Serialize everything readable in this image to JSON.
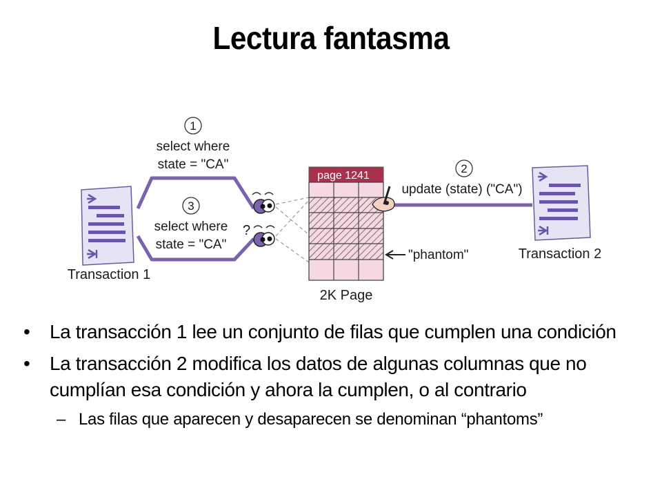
{
  "title": "Lectura fantasma",
  "diagram": {
    "step1_num": "1",
    "step1_line1": "select where",
    "step1_line2": "state = \"CA\"",
    "step2_num": "2",
    "step2_label": "update (state) (\"CA\")",
    "step3_num": "3",
    "step3_line1": "select where",
    "step3_line2": "state = \"CA\"",
    "question_mark": "?",
    "page_header": "page 1241",
    "page_caption": "2K Page",
    "phantom_label": "\"phantom\"",
    "transaction1": "Transaction 1",
    "transaction2": "Transaction 2",
    "colors": {
      "purple": "#7b62ad",
      "doc_bg": "#e6e4f4",
      "page_header": "#a8324e",
      "page_cell": "#f6d8e0"
    }
  },
  "bullets": [
    {
      "bullet": "•",
      "text": "La transacción 1 lee un conjunto de filas que cumplen una condición"
    },
    {
      "bullet": "•",
      "text": "La transacción 2 modifica los datos de algunas columnas que no cumplían esa condición y ahora la cumplen, o al contrario"
    }
  ],
  "sub_bullet": {
    "dash": "–",
    "text": "Las filas que aparecen y desaparecen se denominan “phantoms”"
  }
}
